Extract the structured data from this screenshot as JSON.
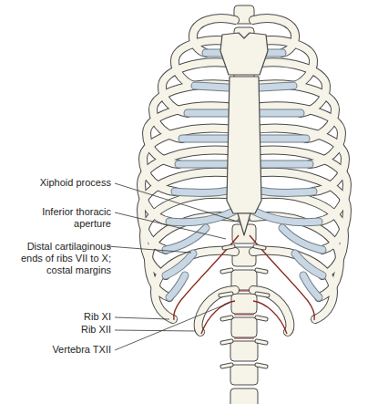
{
  "diagram": {
    "labels": [
      "Xiphoid process",
      "Inferior thoracic aperture",
      "Distal cartilaginous ends of ribs VII to X; costal margins",
      "Rib XI",
      "Rib XII",
      "Vertebra TXII"
    ]
  }
}
